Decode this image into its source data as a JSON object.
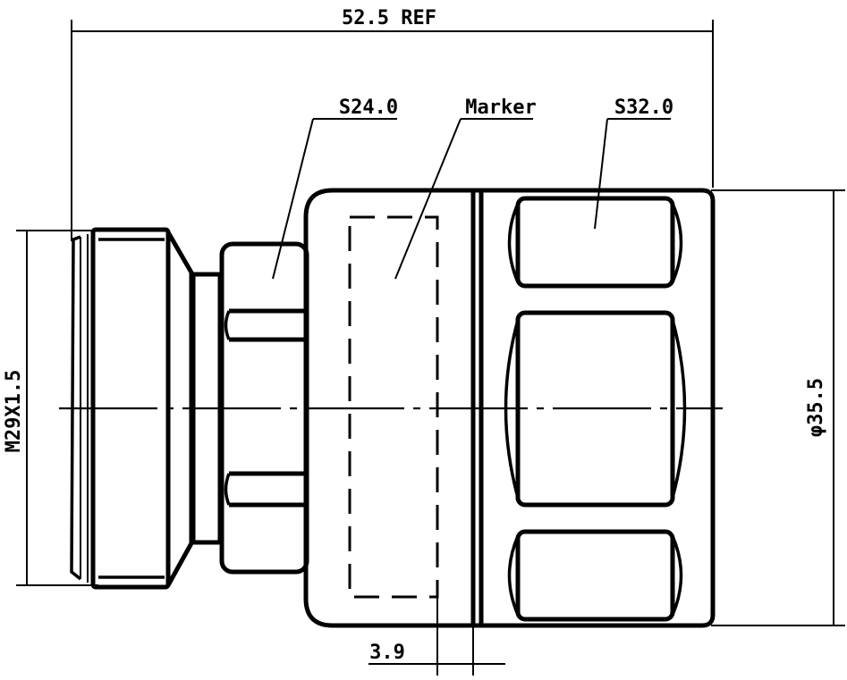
{
  "dimensions": {
    "overall_length": "52.5 REF",
    "thread": "M29X1.5",
    "diameter": "φ35.5",
    "small_hex": "S24.0",
    "large_hex": "S32.0",
    "marker": "Marker",
    "gap": "3.9"
  }
}
